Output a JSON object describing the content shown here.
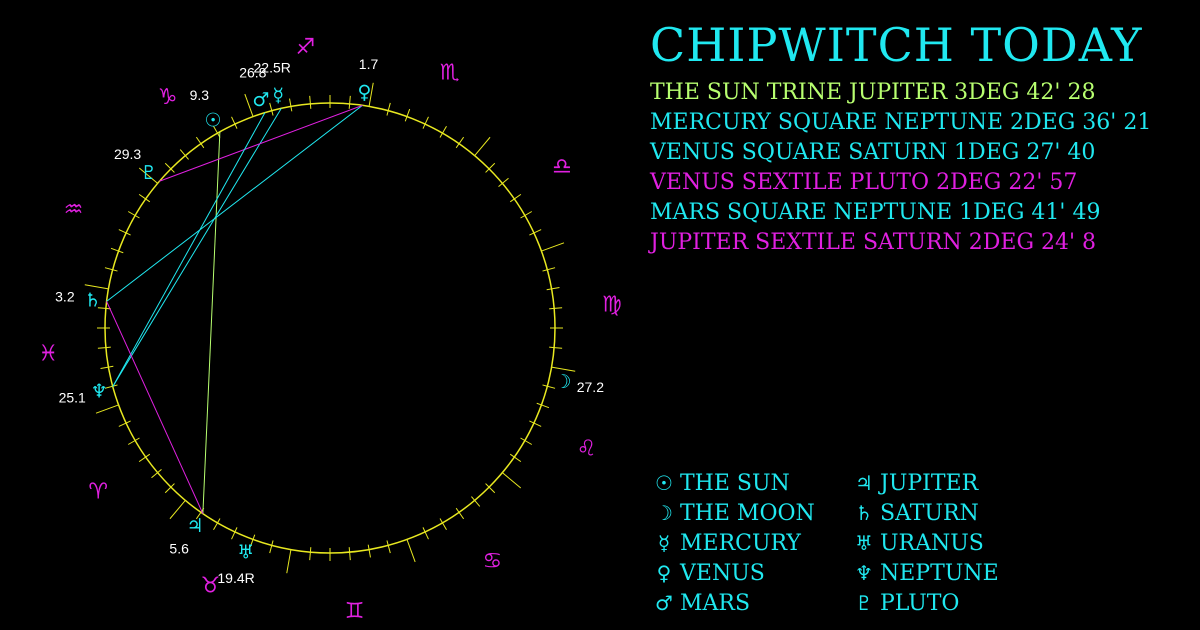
{
  "title": "CHIPWITCH TODAY",
  "colors": {
    "cyan": "#20e8f0",
    "magenta": "#e020e0",
    "lime": "#b8ff70",
    "yellow": "#e8e820"
  },
  "aspects": [
    {
      "text": "THE SUN TRINE JUPITER 3DEG 42' 28",
      "color": "#b8ff70"
    },
    {
      "text": "MERCURY SQUARE NEPTUNE 2DEG 36' 21",
      "color": "#20e8f0"
    },
    {
      "text": "VENUS SQUARE SATURN 1DEG 27' 40",
      "color": "#20e8f0"
    },
    {
      "text": "VENUS SEXTILE PLUTO 2DEG 22' 57",
      "color": "#e020e0"
    },
    {
      "text": "MARS SQUARE NEPTUNE 1DEG 41' 49",
      "color": "#20e8f0"
    },
    {
      "text": "JUPITER SEXTILE SATURN 2DEG 24' 8",
      "color": "#e020e0"
    }
  ],
  "legend": [
    {
      "symbol": "☉",
      "label": "THE SUN",
      "icon": "sun-icon"
    },
    {
      "symbol": "♃",
      "label": "JUPITER",
      "icon": "jupiter-icon"
    },
    {
      "symbol": "☽",
      "label": "THE MOON",
      "icon": "moon-icon"
    },
    {
      "symbol": "♄",
      "label": "SATURN",
      "icon": "saturn-icon"
    },
    {
      "symbol": "☿",
      "label": "MERCURY",
      "icon": "mercury-icon"
    },
    {
      "symbol": "♅",
      "label": "URANUS",
      "icon": "uranus-icon"
    },
    {
      "symbol": "♀",
      "label": "VENUS",
      "icon": "venus-icon"
    },
    {
      "symbol": "♆",
      "label": "NEPTUNE",
      "icon": "neptune-icon"
    },
    {
      "symbol": "♂",
      "label": "MARS",
      "icon": "mars-icon"
    },
    {
      "symbol": "♇",
      "label": "PLUTO",
      "icon": "pluto-icon"
    }
  ],
  "zodiac": [
    {
      "symbol": "♑",
      "name": "capricorn"
    },
    {
      "symbol": "♒",
      "name": "aquarius"
    },
    {
      "symbol": "♓",
      "name": "pisces"
    },
    {
      "symbol": "♈",
      "name": "aries"
    },
    {
      "symbol": "♉",
      "name": "taurus"
    },
    {
      "symbol": "♊",
      "name": "gemini"
    },
    {
      "symbol": "♋",
      "name": "cancer"
    },
    {
      "symbol": "♌",
      "name": "leo"
    },
    {
      "symbol": "♍",
      "name": "virgo"
    },
    {
      "symbol": "♎",
      "name": "libra"
    },
    {
      "symbol": "♏",
      "name": "scorpio"
    },
    {
      "symbol": "♐",
      "name": "sagittarius"
    }
  ],
  "planets": [
    {
      "key": "sun",
      "symbol": "☉",
      "degree": "9.3",
      "sign": "capricorn",
      "color": "#20e8f0"
    },
    {
      "key": "mars",
      "symbol": "♂",
      "degree": "26.8",
      "sign": "sagittarius",
      "color": "#20e8f0"
    },
    {
      "key": "mercury",
      "symbol": "☿",
      "degree": "22.5R",
      "sign": "sagittarius",
      "color": "#20e8f0"
    },
    {
      "key": "venus",
      "symbol": "♀",
      "degree": "1.7",
      "sign": "sagittarius",
      "color": "#20e8f0"
    },
    {
      "key": "pluto",
      "symbol": "♇",
      "degree": "29.3",
      "sign": "capricorn",
      "color": "#20e8f0"
    },
    {
      "key": "saturn",
      "symbol": "♄",
      "degree": "3.2",
      "sign": "pisces",
      "color": "#20e8f0"
    },
    {
      "key": "neptune",
      "symbol": "♆",
      "degree": "25.1",
      "sign": "pisces",
      "color": "#20e8f0"
    },
    {
      "key": "jupiter",
      "symbol": "♃",
      "degree": "5.6",
      "sign": "taurus",
      "color": "#20e8f0"
    },
    {
      "key": "uranus",
      "symbol": "♅",
      "degree": "19.4R",
      "sign": "taurus",
      "color": "#20e8f0"
    },
    {
      "key": "moon",
      "symbol": "☽",
      "degree": "27.2",
      "sign": "leo",
      "color": "#20e8f0"
    }
  ],
  "aspect_lines": [
    {
      "from": "sun",
      "to": "jupiter",
      "color": "#b8ff70"
    },
    {
      "from": "mercury",
      "to": "neptune",
      "color": "#20e8f0"
    },
    {
      "from": "venus",
      "to": "saturn",
      "color": "#20e8f0"
    },
    {
      "from": "venus",
      "to": "pluto",
      "color": "#e020e0"
    },
    {
      "from": "mars",
      "to": "neptune",
      "color": "#20e8f0"
    },
    {
      "from": "jupiter",
      "to": "saturn",
      "color": "#e020e0"
    }
  ]
}
